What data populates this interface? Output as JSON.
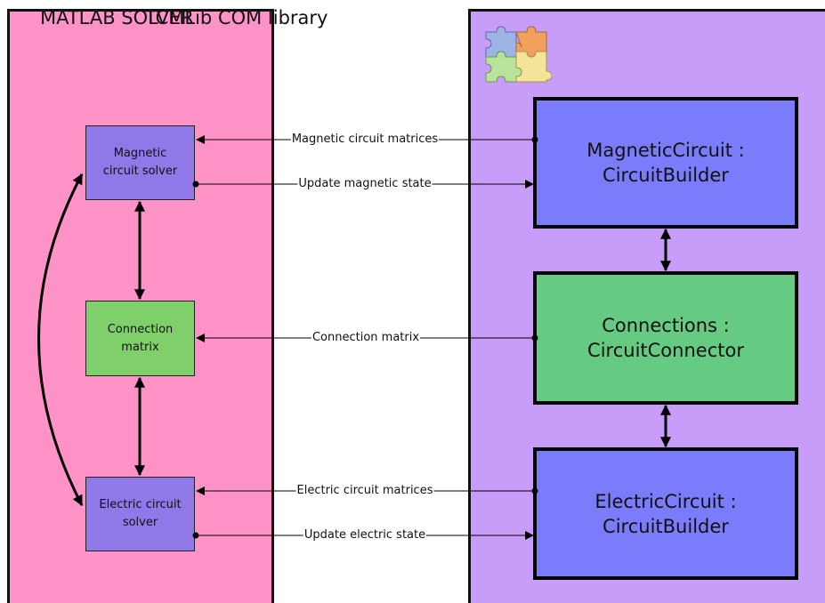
{
  "panels": {
    "matlab_title": "MATLAB SOLVER",
    "tcm_title": "TCMLib COM library"
  },
  "solver_boxes": {
    "magnetic": "Magnetic\ncircuit solver",
    "connection": "Connection\nmatrix",
    "electric": "Electric circuit\nsolver"
  },
  "library_boxes": {
    "magnetic": "MagneticCircuit :\nCircuitBuilder",
    "connections": "Connections :\nCircuitConnector",
    "electric": "ElectricCircuit :\nCircuitBuilder"
  },
  "links": {
    "magnetic_matrices": "Magnetic circuit matrices",
    "update_magnetic": "Update magnetic state",
    "connection_matrix": "Connection matrix",
    "electric_matrices": "Electric circuit matrices",
    "update_electric": "Update electric state"
  },
  "icons": {
    "library_icon": "puzzle-pieces-icon"
  },
  "colors": {
    "matlab_panel": "#ff92c7",
    "tcm_panel": "#c89dfa",
    "solver_box": "#8f78e8",
    "matrix_box": "#7fd06b",
    "builder_box": "#7b7cfb",
    "connector_box": "#65ca82"
  }
}
